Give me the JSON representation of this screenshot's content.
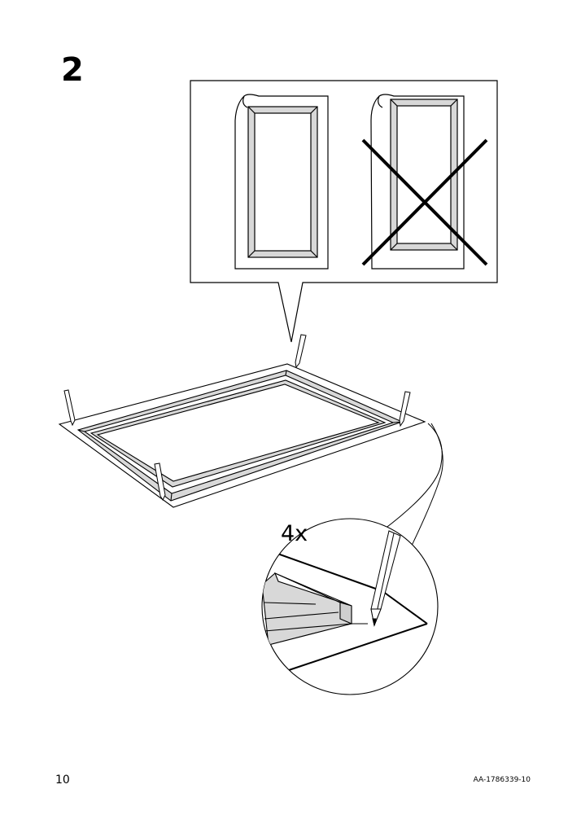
{
  "step": {
    "number": "2"
  },
  "detail": {
    "multiplier": "4x"
  },
  "footer": {
    "page_number": "10",
    "doc_code": "AA-1786339-10"
  },
  "icons": {
    "correct": "frame-aligned-on-paper-icon",
    "incorrect": "frame-misaligned-crossed-icon",
    "pencil": "pencil-icon"
  },
  "colors": {
    "ink": "#000000",
    "frame_fill": "#d8d8d8",
    "paper": "#ffffff"
  }
}
